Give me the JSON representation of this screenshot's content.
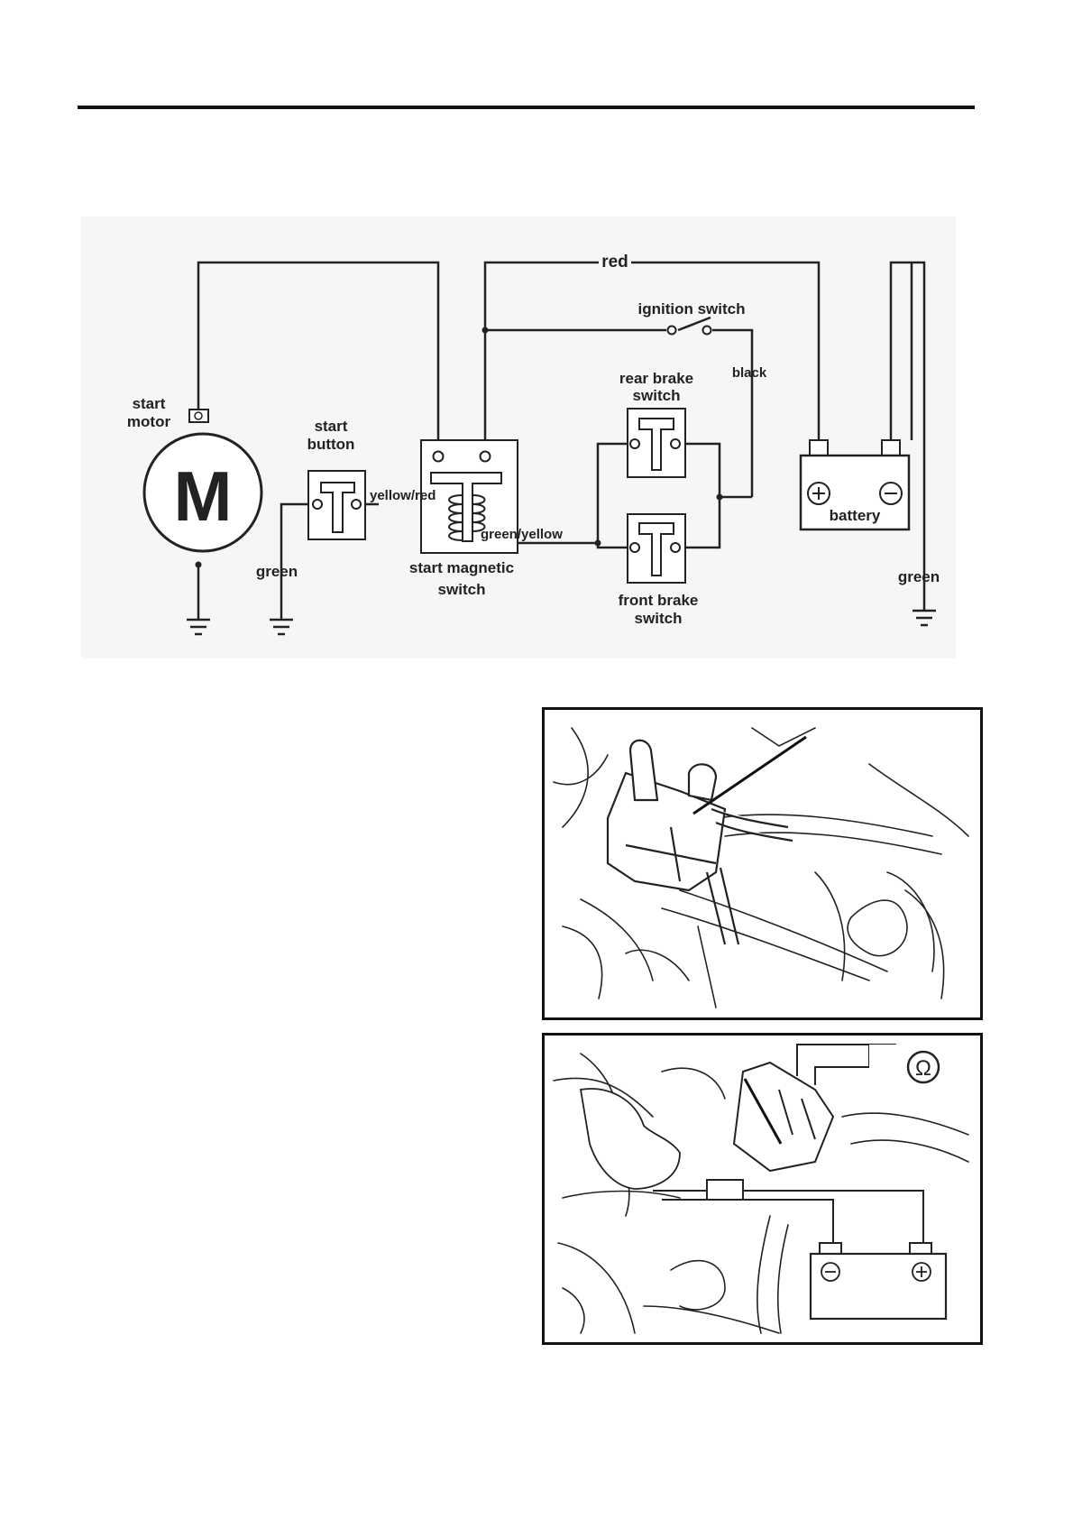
{
  "diagram": {
    "wire_red": "red",
    "ignition_switch": "ignition switch",
    "black": "black",
    "rear_brake_switch": [
      "rear brake",
      "switch"
    ],
    "start_motor": [
      "start",
      "motor"
    ],
    "motor_symbol": "M",
    "start_button": [
      "start",
      "button"
    ],
    "yellow_red": "yellow/red",
    "green_yellow": "green/yellow",
    "green_left": "green",
    "start_magnetic_switch": [
      "start magnetic",
      "switch"
    ],
    "front_brake_switch": [
      "front brake",
      "switch"
    ],
    "battery": "battery",
    "green_right": "green"
  },
  "illustrations": {
    "ohmmeter_symbol": "Ω"
  }
}
